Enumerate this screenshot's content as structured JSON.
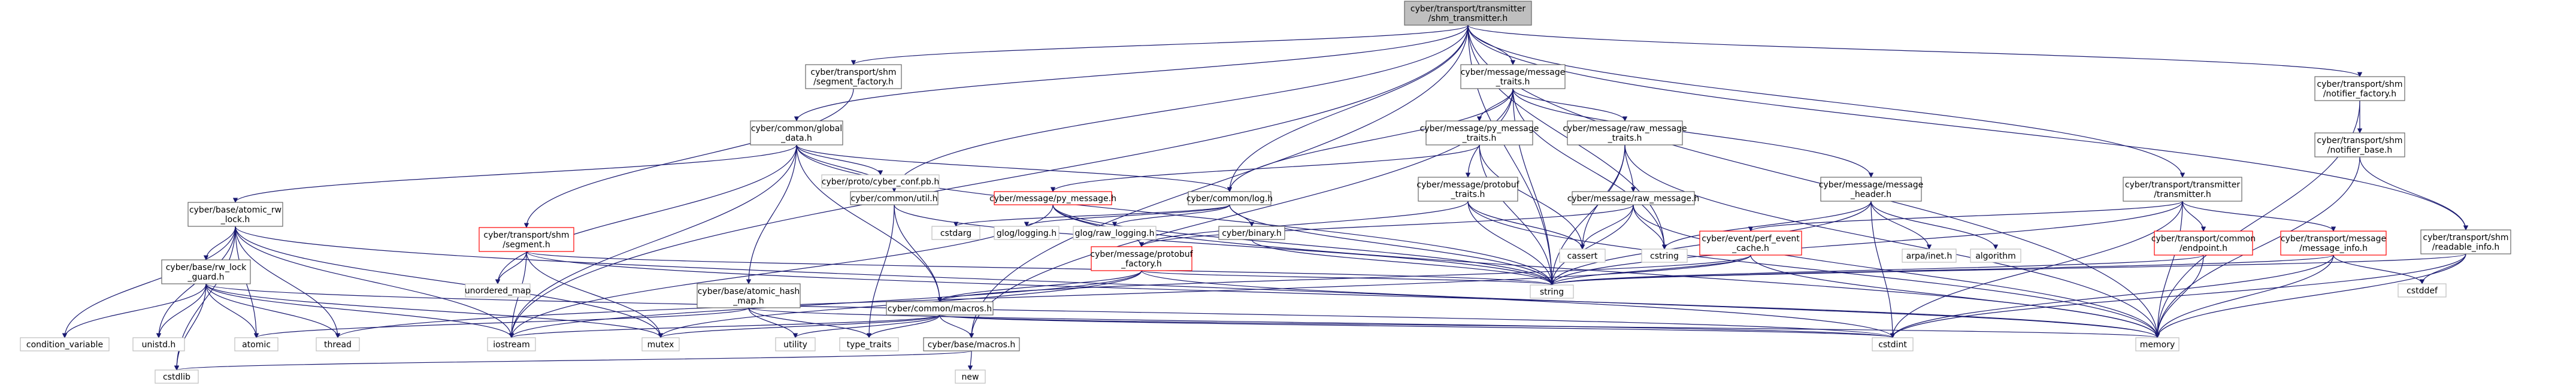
{
  "colors": {
    "edge": "#191970",
    "box_border_normal": "#666666",
    "box_border_red": "#ff0000",
    "box_border_gray": "#bfbfbf",
    "box_fill_root": "#bfbfbf",
    "box_fill": "#ffffff",
    "text": "#000000"
  },
  "nodes": [
    {
      "id": "root",
      "lines": [
        "cyber/transport/transmitter",
        "/shm_transmitter.h"
      ],
      "style": "root"
    },
    {
      "id": "segment_factory",
      "lines": [
        "cyber/transport/shm",
        "/segment_factory.h"
      ],
      "style": "normal"
    },
    {
      "id": "message_traits",
      "lines": [
        "cyber/message/message",
        "_traits.h"
      ],
      "style": "normal"
    },
    {
      "id": "notifier_factory",
      "lines": [
        "cyber/transport/shm",
        "/notifier_factory.h"
      ],
      "style": "normal"
    },
    {
      "id": "global_data",
      "lines": [
        "cyber/common/global",
        "_data.h"
      ],
      "style": "normal"
    },
    {
      "id": "py_message_traits",
      "lines": [
        "cyber/message/py_message",
        "_traits.h"
      ],
      "style": "normal"
    },
    {
      "id": "raw_message_traits",
      "lines": [
        "cyber/message/raw_message",
        "_traits.h"
      ],
      "style": "normal"
    },
    {
      "id": "notifier_base",
      "lines": [
        "cyber/transport/shm",
        "/notifier_base.h"
      ],
      "style": "normal"
    },
    {
      "id": "cyber_conf",
      "lines": [
        "cyber/proto/cyber_conf.pb.h"
      ],
      "style": "gray"
    },
    {
      "id": "util",
      "lines": [
        "cyber/common/util.h"
      ],
      "style": "normal"
    },
    {
      "id": "py_message",
      "lines": [
        "cyber/message/py_message.h"
      ],
      "style": "red"
    },
    {
      "id": "log",
      "lines": [
        "cyber/common/log.h"
      ],
      "style": "normal"
    },
    {
      "id": "protobuf_traits",
      "lines": [
        "cyber/message/protobuf",
        "_traits.h"
      ],
      "style": "normal"
    },
    {
      "id": "raw_message",
      "lines": [
        "cyber/message/raw_message.h"
      ],
      "style": "normal"
    },
    {
      "id": "message_header",
      "lines": [
        "cyber/message/message",
        "_header.h"
      ],
      "style": "normal"
    },
    {
      "id": "transmitter",
      "lines": [
        "cyber/transport/transmitter",
        "/transmitter.h"
      ],
      "style": "normal"
    },
    {
      "id": "atomic_rw_lock",
      "lines": [
        "cyber/base/atomic_rw",
        "_lock.h"
      ],
      "style": "normal"
    },
    {
      "id": "segment",
      "lines": [
        "cyber/transport/shm",
        "/segment.h"
      ],
      "style": "red"
    },
    {
      "id": "cstdarg",
      "lines": [
        "cstdarg"
      ],
      "style": "gray"
    },
    {
      "id": "glog_logging",
      "lines": [
        "glog/logging.h"
      ],
      "style": "gray"
    },
    {
      "id": "glog_raw_logging",
      "lines": [
        "glog/raw_logging.h"
      ],
      "style": "gray"
    },
    {
      "id": "binary",
      "lines": [
        "cyber/binary.h"
      ],
      "style": "normal"
    },
    {
      "id": "protobuf_factory",
      "lines": [
        "cyber/message/protobuf",
        "_factory.h"
      ],
      "style": "red"
    },
    {
      "id": "perf_event_cache",
      "lines": [
        "cyber/event/perf_event",
        "_cache.h"
      ],
      "style": "red"
    },
    {
      "id": "cstring",
      "lines": [
        "cstring"
      ],
      "style": "gray"
    },
    {
      "id": "arpa_inet",
      "lines": [
        "arpa/inet.h"
      ],
      "style": "gray"
    },
    {
      "id": "algorithm",
      "lines": [
        "algorithm"
      ],
      "style": "gray"
    },
    {
      "id": "endpoint",
      "lines": [
        "cyber/transport/common",
        "/endpoint.h"
      ],
      "style": "red"
    },
    {
      "id": "message_info",
      "lines": [
        "cyber/transport/message",
        "/message_info.h"
      ],
      "style": "red"
    },
    {
      "id": "readable_info",
      "lines": [
        "cyber/transport/shm",
        "/readable_info.h"
      ],
      "style": "normal"
    },
    {
      "id": "rw_lock_guard",
      "lines": [
        "cyber/base/rw_lock",
        "_guard.h"
      ],
      "style": "normal"
    },
    {
      "id": "unordered_map",
      "lines": [
        "unordered_map"
      ],
      "style": "gray"
    },
    {
      "id": "atomic_hash_map",
      "lines": [
        "cyber/base/atomic_hash",
        "_map.h"
      ],
      "style": "normal"
    },
    {
      "id": "cassert",
      "lines": [
        "cassert"
      ],
      "style": "gray"
    },
    {
      "id": "string",
      "lines": [
        "string"
      ],
      "style": "gray"
    },
    {
      "id": "cstddef",
      "lines": [
        "cstddef"
      ],
      "style": "gray"
    },
    {
      "id": "macros",
      "lines": [
        "cyber/common/macros.h"
      ],
      "style": "normal"
    },
    {
      "id": "condition_variable",
      "lines": [
        "condition_variable"
      ],
      "style": "gray"
    },
    {
      "id": "unistd",
      "lines": [
        "unistd.h"
      ],
      "style": "gray"
    },
    {
      "id": "atomic",
      "lines": [
        "atomic"
      ],
      "style": "gray"
    },
    {
      "id": "thread",
      "lines": [
        "thread"
      ],
      "style": "gray"
    },
    {
      "id": "iostream",
      "lines": [
        "iostream"
      ],
      "style": "gray"
    },
    {
      "id": "mutex",
      "lines": [
        "mutex"
      ],
      "style": "gray"
    },
    {
      "id": "utility",
      "lines": [
        "utility"
      ],
      "style": "gray"
    },
    {
      "id": "type_traits",
      "lines": [
        "type_traits"
      ],
      "style": "gray"
    },
    {
      "id": "cstdint",
      "lines": [
        "cstdint"
      ],
      "style": "gray"
    },
    {
      "id": "memory",
      "lines": [
        "memory"
      ],
      "style": "gray"
    },
    {
      "id": "base_macros",
      "lines": [
        "cyber/base/macros.h"
      ],
      "style": "normal"
    },
    {
      "id": "new",
      "lines": [
        "new"
      ],
      "style": "gray"
    },
    {
      "id": "cstdlib",
      "lines": [
        "cstdlib"
      ],
      "style": "gray"
    }
  ],
  "edges": [
    [
      "root",
      "segment_factory"
    ],
    [
      "root",
      "message_traits"
    ],
    [
      "root",
      "notifier_factory"
    ],
    [
      "root",
      "global_data"
    ],
    [
      "root",
      "util"
    ],
    [
      "root",
      "log"
    ],
    [
      "root",
      "transmitter"
    ],
    [
      "root",
      "readable_info"
    ],
    [
      "root",
      "cstring"
    ],
    [
      "root",
      "iostream"
    ],
    [
      "root",
      "memory"
    ],
    [
      "root",
      "string"
    ],
    [
      "root",
      "base_macros"
    ],
    [
      "segment_factory",
      "segment"
    ],
    [
      "message_traits",
      "py_message_traits"
    ],
    [
      "message_traits",
      "raw_message_traits"
    ],
    [
      "message_traits",
      "protobuf_traits"
    ],
    [
      "message_traits",
      "message_header"
    ],
    [
      "message_traits",
      "log"
    ],
    [
      "message_traits",
      "string"
    ],
    [
      "message_traits",
      "cstring"
    ],
    [
      "message_traits",
      "base_macros"
    ],
    [
      "notifier_factory",
      "notifier_base"
    ],
    [
      "notifier_factory",
      "memory"
    ],
    [
      "notifier_base",
      "readable_info"
    ],
    [
      "notifier_base",
      "memory"
    ],
    [
      "global_data",
      "cyber_conf"
    ],
    [
      "global_data",
      "util"
    ],
    [
      "global_data",
      "log"
    ],
    [
      "global_data",
      "macros"
    ],
    [
      "global_data",
      "atomic_hash_map"
    ],
    [
      "global_data",
      "atomic_rw_lock"
    ],
    [
      "global_data",
      "unordered_map"
    ],
    [
      "global_data",
      "string"
    ],
    [
      "global_data",
      "iostream"
    ],
    [
      "py_message_traits",
      "py_message"
    ],
    [
      "py_message_traits",
      "cassert"
    ],
    [
      "py_message_traits",
      "string"
    ],
    [
      "raw_message_traits",
      "raw_message"
    ],
    [
      "raw_message_traits",
      "cassert"
    ],
    [
      "raw_message_traits",
      "string"
    ],
    [
      "raw_message_traits",
      "memory"
    ],
    [
      "util",
      "macros"
    ],
    [
      "util",
      "string"
    ],
    [
      "util",
      "type_traits"
    ],
    [
      "py_message",
      "protobuf_factory"
    ],
    [
      "py_message",
      "string"
    ],
    [
      "py_message",
      "iostream"
    ],
    [
      "py_message",
      "memory"
    ],
    [
      "log",
      "cstdarg"
    ],
    [
      "log",
      "glog_logging"
    ],
    [
      "log",
      "glog_raw_logging"
    ],
    [
      "log",
      "binary"
    ],
    [
      "log",
      "string"
    ],
    [
      "binary",
      "string"
    ],
    [
      "protobuf_traits",
      "protobuf_factory"
    ],
    [
      "protobuf_traits",
      "cassert"
    ],
    [
      "protobuf_traits",
      "string"
    ],
    [
      "protobuf_traits",
      "memory"
    ],
    [
      "raw_message",
      "protobuf_factory"
    ],
    [
      "raw_message",
      "cassert"
    ],
    [
      "raw_message",
      "cstring"
    ],
    [
      "raw_message",
      "string"
    ],
    [
      "raw_message",
      "memory"
    ],
    [
      "message_header",
      "arpa_inet"
    ],
    [
      "message_header",
      "algorithm"
    ],
    [
      "message_header",
      "cstdint"
    ],
    [
      "message_header",
      "cstring"
    ],
    [
      "message_header",
      "string"
    ],
    [
      "transmitter",
      "perf_event_cache"
    ],
    [
      "transmitter",
      "endpoint"
    ],
    [
      "transmitter",
      "message_info"
    ],
    [
      "transmitter",
      "cstdint"
    ],
    [
      "transmitter",
      "memory"
    ],
    [
      "transmitter",
      "string"
    ],
    [
      "protobuf_factory",
      "macros"
    ],
    [
      "protobuf_factory",
      "mutex"
    ],
    [
      "protobuf_factory",
      "iostream"
    ],
    [
      "protobuf_factory",
      "string"
    ],
    [
      "protobuf_factory",
      "memory"
    ],
    [
      "perf_event_cache",
      "macros"
    ],
    [
      "perf_event_cache",
      "thread"
    ],
    [
      "perf_event_cache",
      "string"
    ],
    [
      "perf_event_cache",
      "memory"
    ],
    [
      "endpoint",
      "string"
    ],
    [
      "endpoint",
      "memory"
    ],
    [
      "message_info",
      "cstdint"
    ],
    [
      "message_info",
      "cstddef"
    ],
    [
      "message_info",
      "string"
    ],
    [
      "message_info",
      "memory"
    ],
    [
      "readable_info",
      "cstddef"
    ],
    [
      "readable_info",
      "cstdint"
    ],
    [
      "readable_info",
      "memory"
    ],
    [
      "readable_info",
      "string"
    ],
    [
      "atomic_rw_lock",
      "rw_lock_guard"
    ],
    [
      "atomic_rw_lock",
      "condition_variable"
    ],
    [
      "atomic_rw_lock",
      "unistd"
    ],
    [
      "atomic_rw_lock",
      "atomic"
    ],
    [
      "atomic_rw_lock",
      "thread"
    ],
    [
      "atomic_rw_lock",
      "iostream"
    ],
    [
      "atomic_rw_lock",
      "mutex"
    ],
    [
      "atomic_rw_lock",
      "cstdlib"
    ],
    [
      "atomic_rw_lock",
      "cstdint"
    ],
    [
      "rw_lock_guard",
      "condition_variable"
    ],
    [
      "rw_lock_guard",
      "unistd"
    ],
    [
      "rw_lock_guard",
      "atomic"
    ],
    [
      "rw_lock_guard",
      "thread"
    ],
    [
      "rw_lock_guard",
      "iostream"
    ],
    [
      "rw_lock_guard",
      "mutex"
    ],
    [
      "rw_lock_guard",
      "cstdlib"
    ],
    [
      "rw_lock_guard",
      "cstdint"
    ],
    [
      "segment",
      "unordered_map"
    ],
    [
      "segment",
      "mutex"
    ],
    [
      "segment",
      "string"
    ],
    [
      "segment",
      "memory"
    ],
    [
      "segment",
      "iostream"
    ],
    [
      "atomic_hash_map",
      "atomic"
    ],
    [
      "atomic_hash_map",
      "cstdint"
    ],
    [
      "atomic_hash_map",
      "type_traits"
    ],
    [
      "atomic_hash_map",
      "utility"
    ],
    [
      "macros",
      "base_macros"
    ],
    [
      "macros",
      "iostream"
    ],
    [
      "macros",
      "memory"
    ],
    [
      "macros",
      "mutex"
    ],
    [
      "macros",
      "type_traits"
    ],
    [
      "macros",
      "utility"
    ],
    [
      "macros",
      "cstdint"
    ],
    [
      "base_macros",
      "new"
    ],
    [
      "base_macros",
      "cstdlib"
    ]
  ]
}
